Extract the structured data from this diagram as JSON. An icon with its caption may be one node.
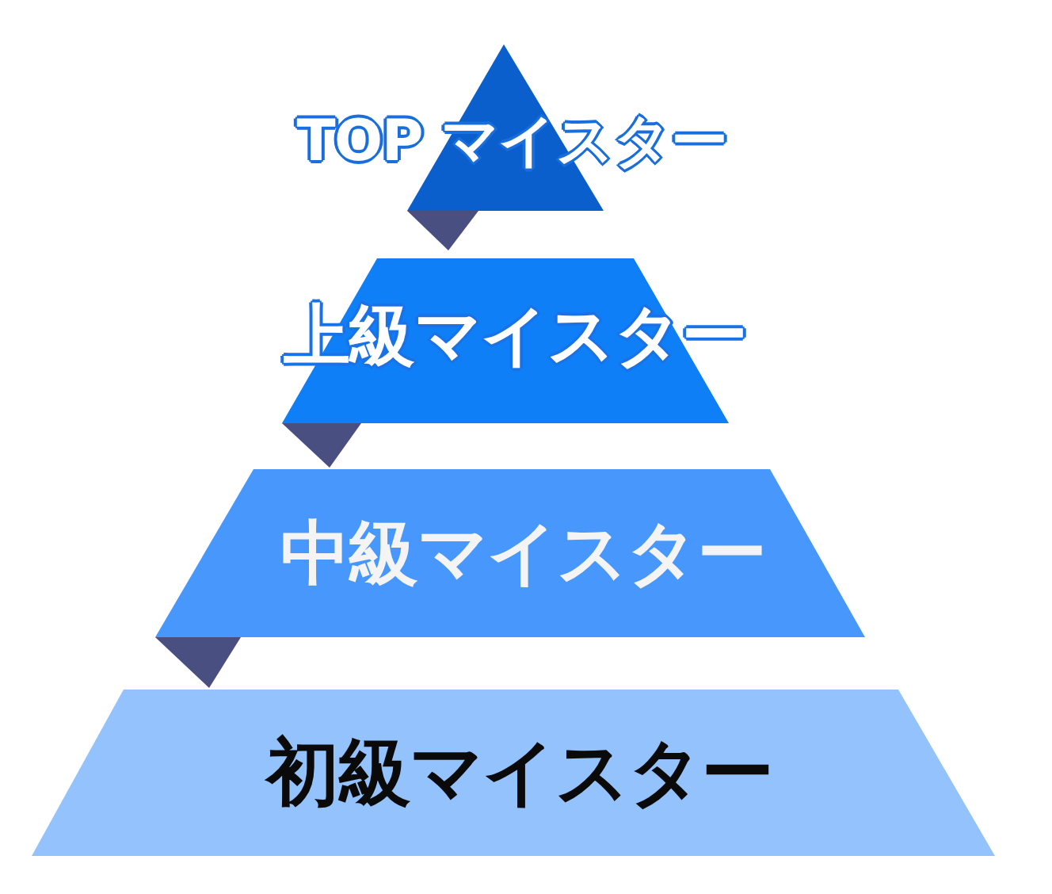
{
  "diagram": {
    "nodes": [
      {
        "text": [
          "TOP マイスター"
        ]
      },
      {
        "text": [
          "上級マイスター"
        ]
      },
      {
        "text": [
          "中級マイスター"
        ]
      },
      {
        "text": [
          "初級マイスター"
        ]
      }
    ]
  }
}
